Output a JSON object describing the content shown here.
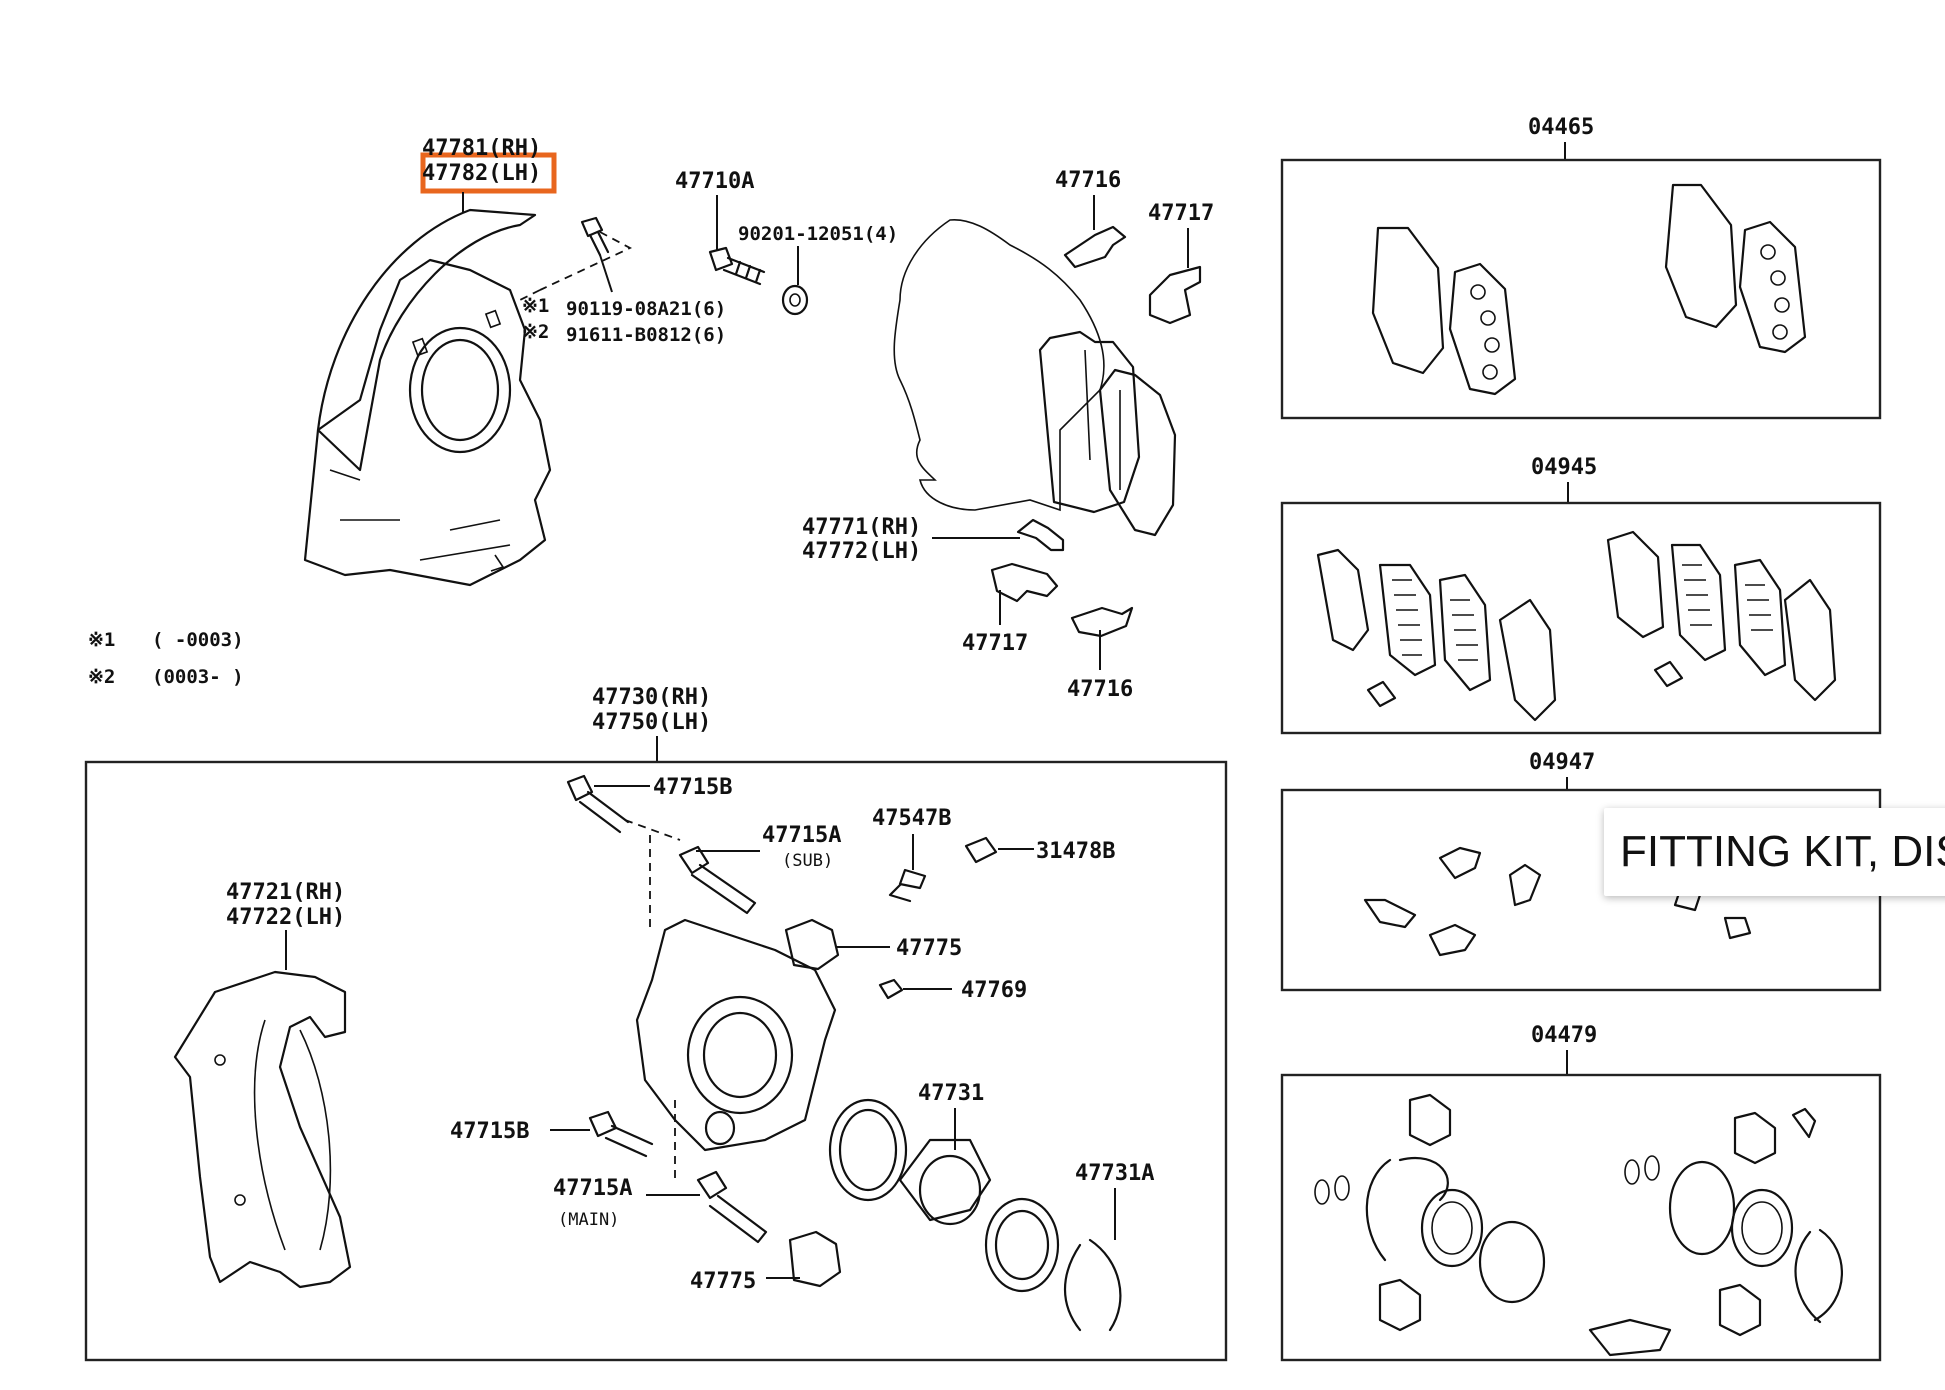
{
  "highlight_color": "#E8661E",
  "labels": {
    "p47781": "47781(RH)",
    "p47782": "47782(LH)",
    "p47710a": "47710A",
    "p90201": "90201-12051(4)",
    "p90119": "90119-08A21(6)",
    "p91611": "91611-B0812(6)",
    "mark1": "※1",
    "mark2": "※2",
    "p47716_top": "47716",
    "p47717_top": "47717",
    "p47771": "47771(RH)",
    "p47772": "47772(LH)",
    "p47717_bot": "47717",
    "p47716_bot": "47716",
    "note1_mark": "※1",
    "note1_text": "(      -0003)",
    "note2_mark": "※2",
    "note2_text": "(0003-      )",
    "p47730": "47730(RH)",
    "p47750": "47750(LH)",
    "p47715b_top": "47715B",
    "p47715a_top": "47715A",
    "sub": "(SUB)",
    "p47547b": "47547B",
    "p31478b": "31478B",
    "p47721": "47721(RH)",
    "p47722": "47722(LH)",
    "p47775_top": "47775",
    "p47769": "47769",
    "p47731": "47731",
    "p47731a": "47731A",
    "p47715b_bot": "47715B",
    "p47715a_bot": "47715A",
    "main": "(MAIN)",
    "p47775_bot": "47775",
    "kit04465": "04465",
    "kit04945": "04945",
    "kit04947": "04947",
    "kit04479": "04479"
  },
  "tooltip": {
    "text": "FITTING KIT, DIS"
  }
}
